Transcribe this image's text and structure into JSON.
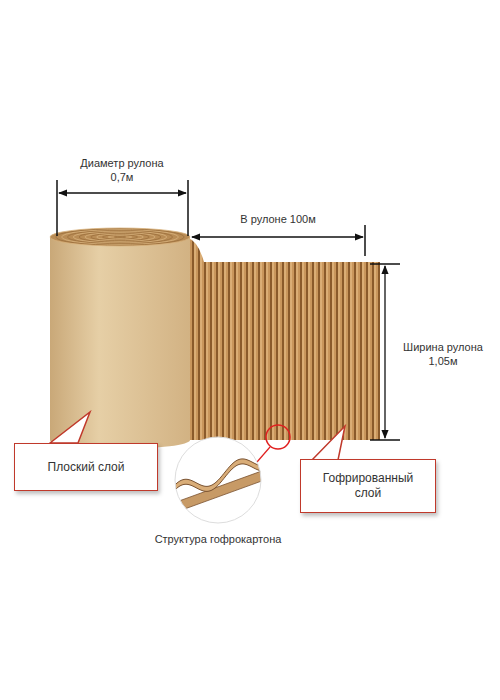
{
  "diagram": {
    "nodes": [
      {
        "text": [
          "Плоский слой"
        ]
      },
      {
        "text": [
          "Гофрированный слой"
        ]
      }
    ],
    "labels": [
      "Диаметр рулона 0,7м",
      "В рулоне 100м",
      "Ширина рулона 1,05м",
      "Структура гофрокартона"
    ]
  }
}
